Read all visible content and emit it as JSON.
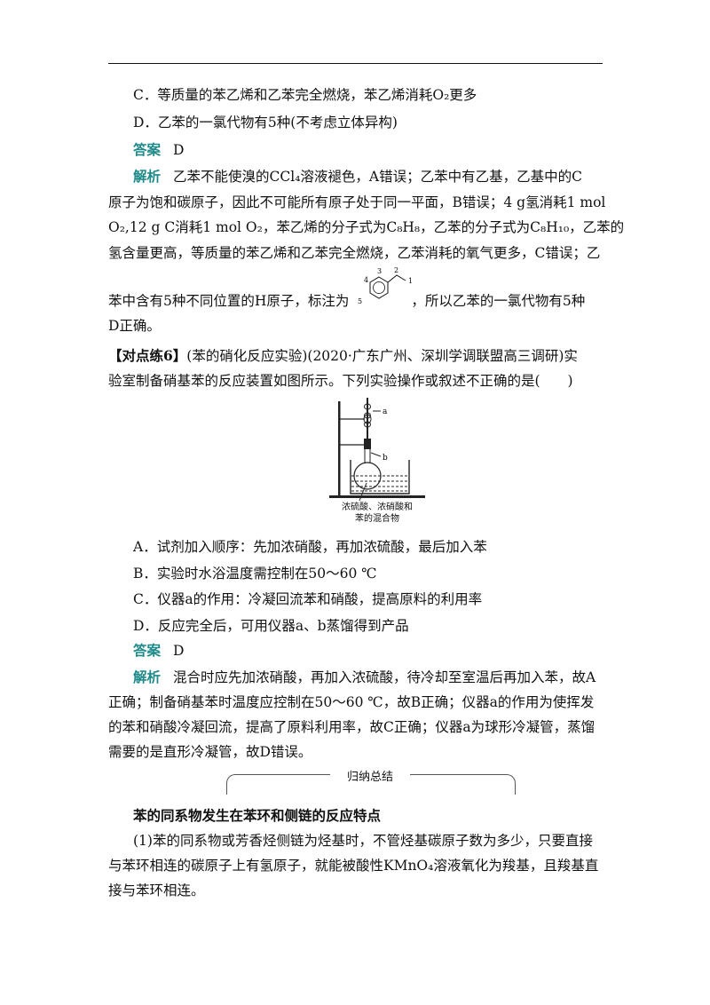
{
  "option_c": "C．等质量的苯乙烯和乙苯完全燃烧，苯乙烯消耗O₂更多",
  "option_d": "D．乙苯的一氯代物有5种(不考虑立体异构)",
  "answer_label": "答案",
  "answer1": "D",
  "analysis_label": "解析",
  "analysis1": {
    "l1": "乙苯不能使溴的CCl₄溶液褪色，A错误；乙苯中有乙基，乙基中的C",
    "l2": "原子为饱和碳原子，因此不可能所有原子处于同一平面，B错误；4 g氢消耗1 mol",
    "l3": "O₂,12 g C消耗1 mol O₂，苯乙烯的分子式为C₈H₈，乙苯的分子式为C₈H₁₀，乙苯的",
    "l4": "氢含量更高，等质量的苯乙烯和乙苯完全燃烧，乙苯消耗的氧气更多，C错误；乙",
    "l5a": "苯中含有5种不同位置的H原子，标注为",
    "l5b": "，所以乙苯的一氯代物有5种",
    "l6": "D正确。"
  },
  "ethylbenzene_labels": [
    "1",
    "2",
    "3",
    "4",
    "5"
  ],
  "q6": {
    "head": "【对点练6】",
    "l1": "(苯的硝化反应实验)(2020·广东广州、深圳学调联盟高三调研)实",
    "l2": "验室制备硝基苯的反应装置如图所示。下列实验操作或叙述不正确的是(　　)",
    "label_a": "a",
    "label_b": "b",
    "caption1": "浓硫酸、浓硝酸和",
    "caption2": "苯的混合物",
    "opt_a": "A．试剂加入顺序：先加浓硝酸，再加浓硫酸，最后加入苯",
    "opt_b": "B．实验时水浴温度需控制在50～60 ℃",
    "opt_c": "C．仪器a的作用：冷凝回流苯和硝酸，提高原料的利用率",
    "opt_d": "D．反应完全后，可用仪器a、b蒸馏得到产品"
  },
  "answer2": "D",
  "analysis2": {
    "l1": "混合时应先加浓硝酸，再加入浓硫酸，待冷却至室温后再加入苯，故A",
    "l2": "正确；制备硝基苯时温度应控制在50～60 ℃，故B正确；仪器a的作用为使挥发",
    "l3": "的苯和硝酸冷凝回流，提高了原料利用率，故C正确；仪器a为球形冷凝管，蒸馏",
    "l4": "需要的是直形冷凝管，故D错误。"
  },
  "summary": {
    "title": "归纳总结",
    "heading": "苯的同系物发生在苯环和侧链的反应特点",
    "p1": "(1)苯的同系物或芳香烃侧链为烃基时，不管烃基碳原子数为多少，只要直接",
    "p2": "与苯环相连的碳原子上有氢原子，就能被酸性KMnO₄溶液氧化为羧基，且羧基直",
    "p3": "接与苯环相连。"
  },
  "colors": {
    "accent": "#1f8a8a",
    "text": "#111111"
  }
}
